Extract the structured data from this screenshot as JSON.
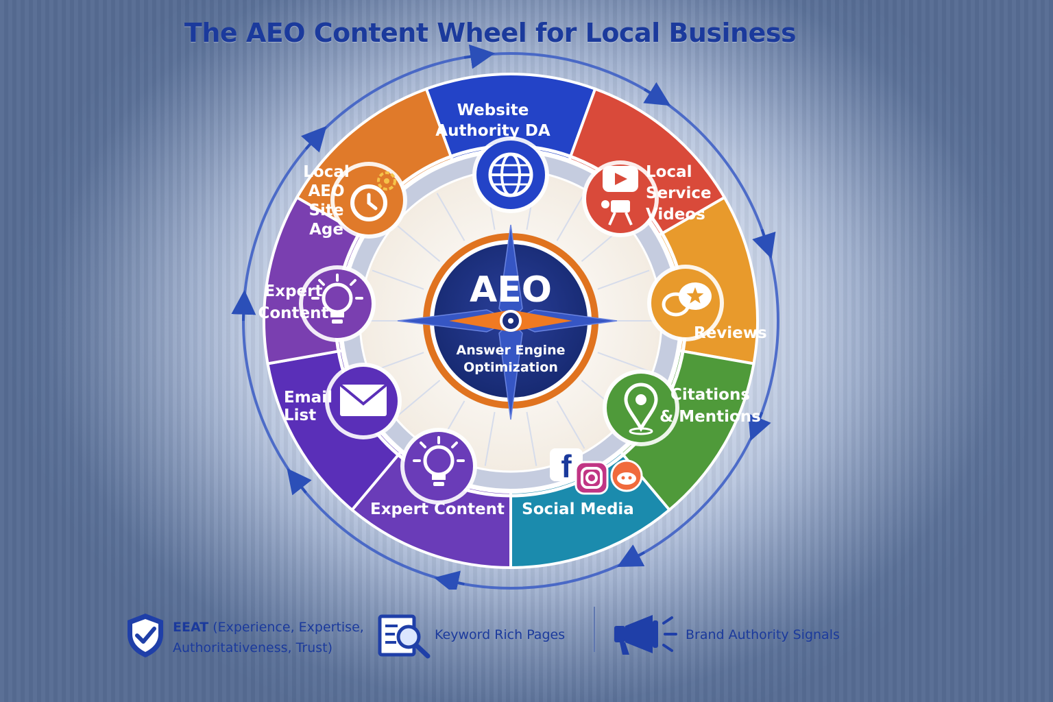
{
  "title": "The AEO Content Wheel for Local Business",
  "center": {
    "title": "AEO",
    "subtitle_line1": "Answer Engine",
    "subtitle_line2": "Optimization"
  },
  "segments": [
    {
      "key": "website",
      "lines": [
        "Website",
        "Authority DA"
      ],
      "color": "#2343c7",
      "icon": "globe-icon"
    },
    {
      "key": "videos",
      "lines": [
        "Local",
        "Service",
        "Videos"
      ],
      "color": "#d94a3a",
      "icon": "video-icon"
    },
    {
      "key": "reviews",
      "lines": [
        "Reviews"
      ],
      "color": "#e89a2c",
      "icon": "review-star-icon"
    },
    {
      "key": "citations",
      "lines": [
        "Citations",
        "& Mentions"
      ],
      "color": "#4f9a3a",
      "icon": "map-pin-icon"
    },
    {
      "key": "social",
      "lines": [
        "Social Media"
      ],
      "color": "#1b8bad",
      "icon": "social-icons"
    },
    {
      "key": "expert-bottom",
      "lines": [
        "Expert Content"
      ],
      "color": "#6a3cb8",
      "icon": "lightbulb-icon"
    },
    {
      "key": "email",
      "lines": [
        "Email",
        "List"
      ],
      "color": "#5a2fb8",
      "icon": "envelope-icon"
    },
    {
      "key": "expert-left",
      "lines": [
        "Expert",
        "Content"
      ],
      "color": "#7a3fb0",
      "icon": "lightbulb-icon"
    },
    {
      "key": "site-age",
      "lines": [
        "Local",
        "AEO",
        "Site",
        "Age"
      ],
      "color": "#e07a2a",
      "icon": "clock-icon"
    }
  ],
  "legend": {
    "eeat_main": "EEAT",
    "eeat_rest": " (Experience, Expertise,",
    "eeat_line2": "Authoritativeness, Trust)",
    "keyword": "Keyword Rich Pages",
    "brand": "Brand Authority Signals"
  }
}
